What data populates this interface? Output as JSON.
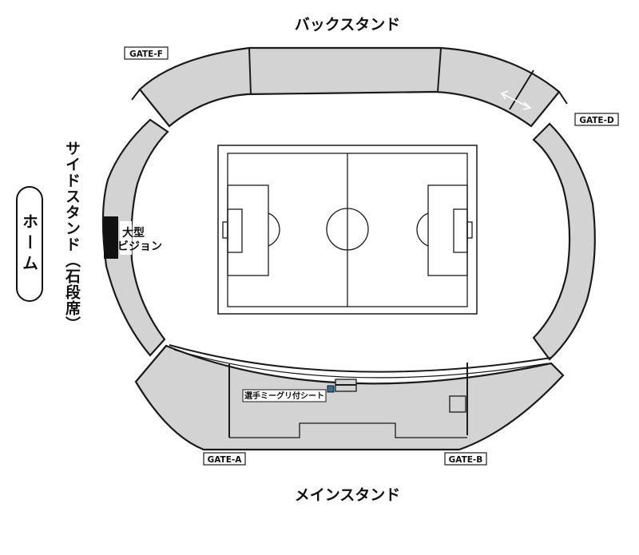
{
  "stands": {
    "back": "バックスタンド",
    "main": "メインスタンド",
    "side": "サイドスタンド（石段席）"
  },
  "home_label": "ホーム",
  "big_vision": {
    "line1": "大型",
    "line2": "ビジョン"
  },
  "player_seat_label": "選手ミーグリ付シート",
  "gates": {
    "f": "GATE-F",
    "d": "GATE-D",
    "a": "GATE-A",
    "b": "GATE-B"
  },
  "colors": {
    "stand_fill": "#d3d3d3",
    "line": "#1a1a1a",
    "vision_screen": "#111111",
    "player_seat_marker": "#2e6f9e"
  }
}
